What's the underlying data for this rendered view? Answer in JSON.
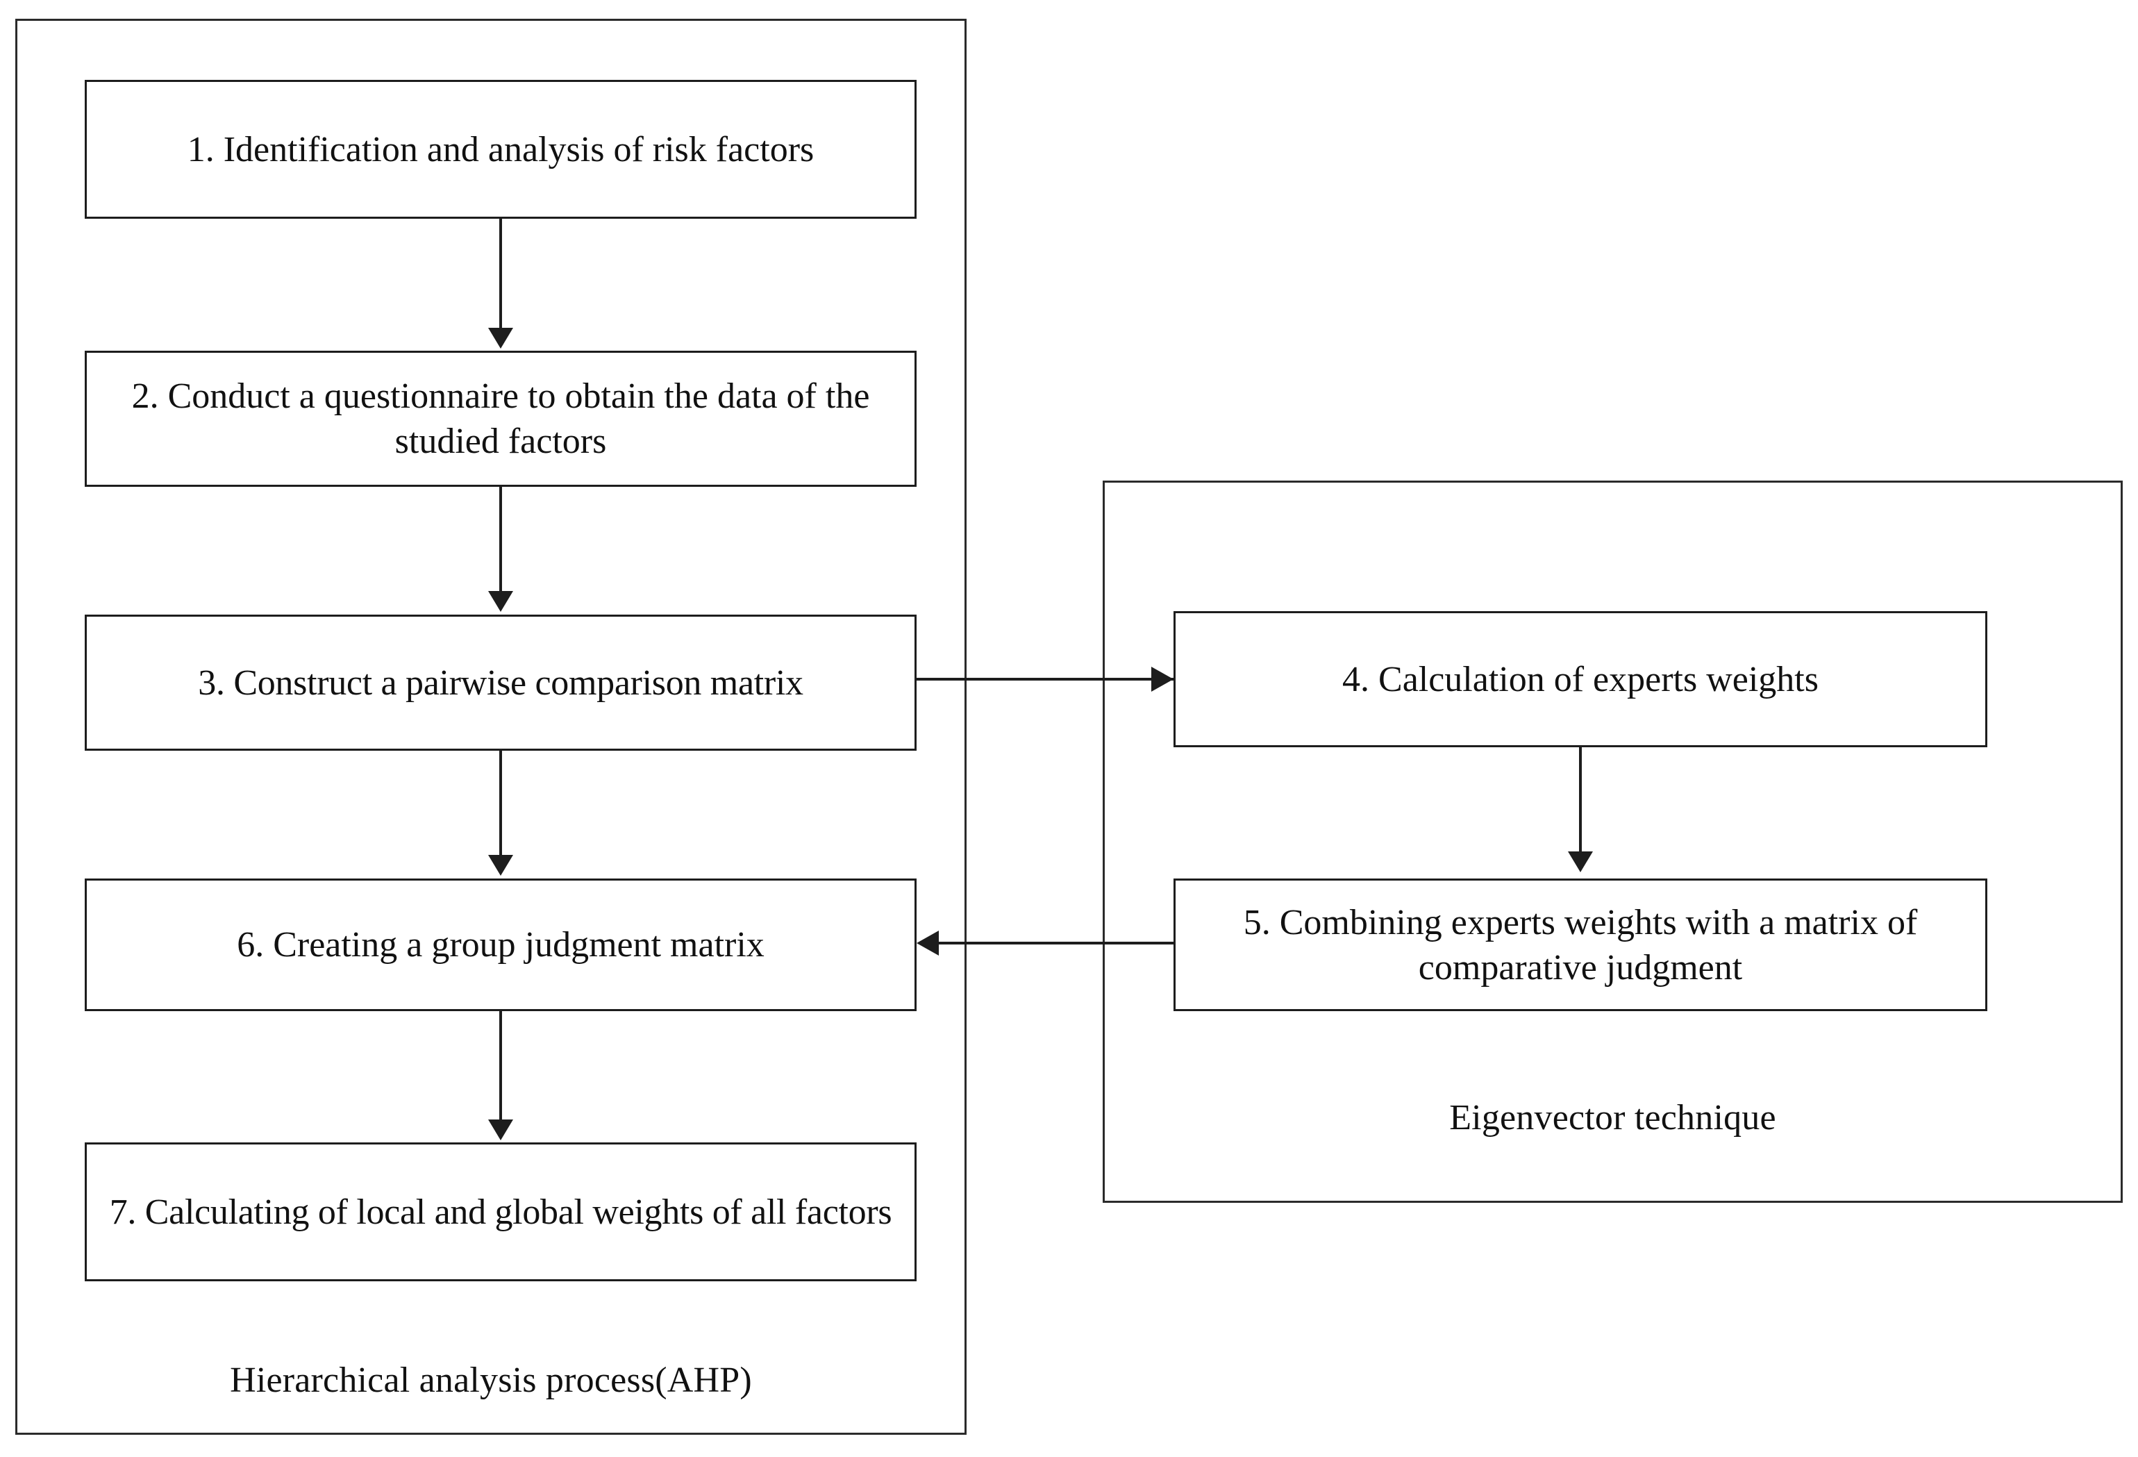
{
  "diagram": {
    "title": "AHP and Eigenvector technique flowchart",
    "colors": {
      "background": "#ffffff",
      "border": "#1d1d1d",
      "group_border": "#2b2b2b",
      "text": "#111111",
      "connector": "#1d1d1d"
    }
  },
  "groups": {
    "ahp": {
      "caption": "Hierarchical analysis process(AHP)"
    },
    "eigenvector": {
      "caption": "Eigenvector technique"
    }
  },
  "steps": {
    "step1": {
      "number": "1.",
      "text": "1. Identification and analysis of risk factors"
    },
    "step2": {
      "number": "2.",
      "text": "2. Conduct a questionnaire to obtain the data of the studied factors"
    },
    "step3": {
      "number": "3.",
      "text": "3. Construct a pairwise comparison matrix"
    },
    "step4": {
      "number": "4.",
      "text": "4. Calculation of experts weights"
    },
    "step5": {
      "number": "5.",
      "text": "5. Combining experts weights with a matrix of comparative judgment"
    },
    "step6": {
      "number": "6.",
      "text": "6. Creating a group judgment matrix"
    },
    "step7": {
      "number": "7.",
      "text": "7. Calculating of local and global weights of all factors"
    }
  },
  "connectors": [
    {
      "from": "step1",
      "to": "step2",
      "direction": "down"
    },
    {
      "from": "step2",
      "to": "step3",
      "direction": "down"
    },
    {
      "from": "step3",
      "to": "step6",
      "direction": "down"
    },
    {
      "from": "step6",
      "to": "step7",
      "direction": "down"
    },
    {
      "from": "step3",
      "to": "step4",
      "direction": "right"
    },
    {
      "from": "step4",
      "to": "step5",
      "direction": "down"
    },
    {
      "from": "step5",
      "to": "step6",
      "direction": "left"
    }
  ]
}
